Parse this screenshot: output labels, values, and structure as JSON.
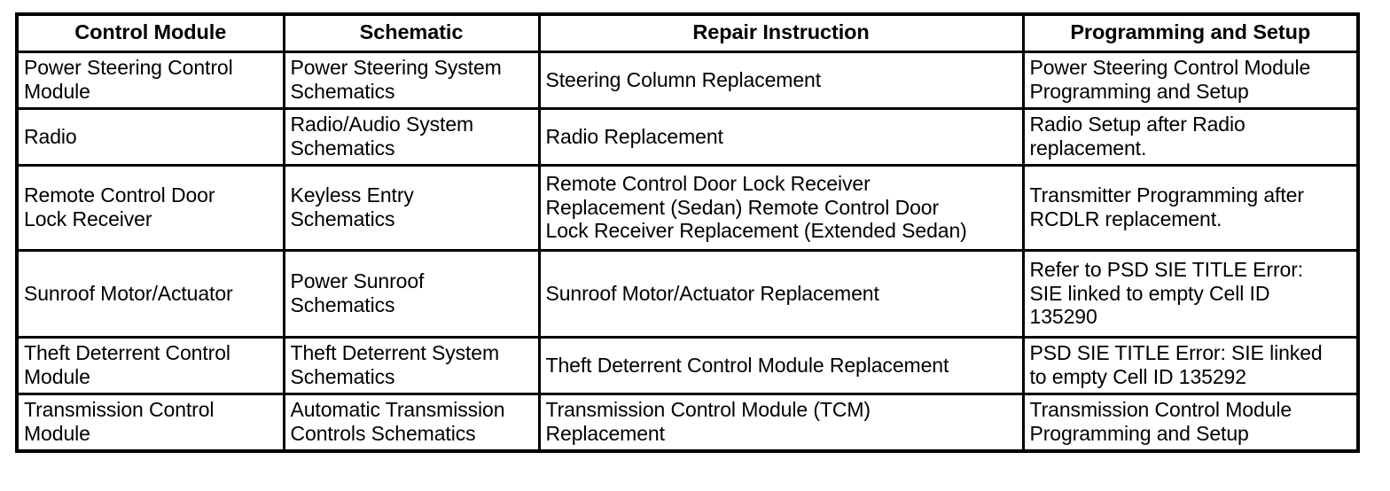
{
  "table": {
    "columns": [
      "Control Module",
      "Schematic",
      "Repair Instruction",
      "Programming and Setup"
    ],
    "rows": [
      {
        "control_module": "Power Steering Control\nModule",
        "schematic": "Power Steering System\nSchematics",
        "repair_instruction": "Steering Column Replacement",
        "programming_and_setup": "Power Steering Control Module\nProgramming and Setup"
      },
      {
        "control_module": "Radio",
        "schematic": "Radio/Audio System\nSchematics",
        "repair_instruction": "Radio Replacement",
        "programming_and_setup": "Radio Setup after Radio\nreplacement."
      },
      {
        "control_module": "Remote Control Door\nLock Receiver",
        "schematic": "Keyless Entry\nSchematics",
        "repair_instruction": "Remote Control Door Lock Receiver\nReplacement (Sedan) Remote Control Door\nLock Receiver Replacement (Extended Sedan)",
        "programming_and_setup": "Transmitter Programming after\nRCDLR replacement."
      },
      {
        "control_module": "Sunroof Motor/Actuator",
        "schematic": "Power Sunroof\nSchematics",
        "repair_instruction": "Sunroof Motor/Actuator Replacement",
        "programming_and_setup": "Refer to PSD SIE TITLE Error:\nSIE linked to empty Cell ID\n135290"
      },
      {
        "control_module": "Theft Deterrent Control\nModule",
        "schematic": "Theft Deterrent System\nSchematics",
        "repair_instruction": "Theft Deterrent Control Module Replacement",
        "programming_and_setup": "PSD SIE TITLE Error: SIE linked\nto empty Cell ID 135292"
      },
      {
        "control_module": "Transmission Control\nModule",
        "schematic": "Automatic Transmission\nControls Schematics",
        "repair_instruction": "Transmission Control Module (TCM)\nReplacement",
        "programming_and_setup": "Transmission Control Module\nProgramming and Setup"
      }
    ]
  },
  "colors": {
    "border": "#000000",
    "background": "#ffffff",
    "text": "#000000"
  }
}
